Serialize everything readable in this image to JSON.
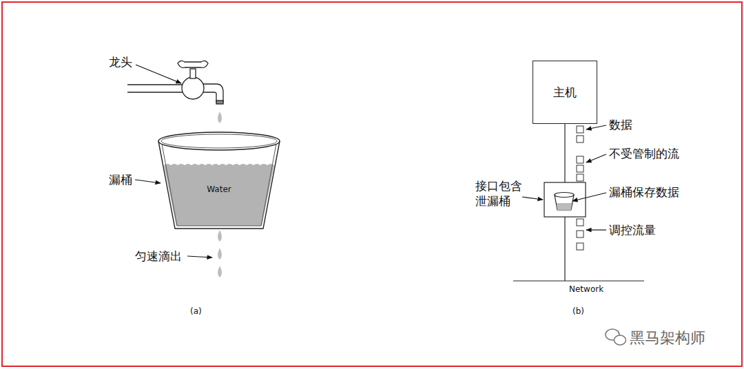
{
  "diagram": {
    "nodes": [
      {
        "text": [
          "Water"
        ]
      },
      {
        "text": [
          "主机"
        ]
      }
    ],
    "labels": [
      "龙头",
      "漏桶",
      "匀速滴出",
      "(a)",
      "数据",
      "不受管制的流",
      "接口包含 泄漏桶",
      "漏桶保存数据",
      "调控流量",
      "Network",
      "(b)",
      "黑马架构师"
    ]
  }
}
